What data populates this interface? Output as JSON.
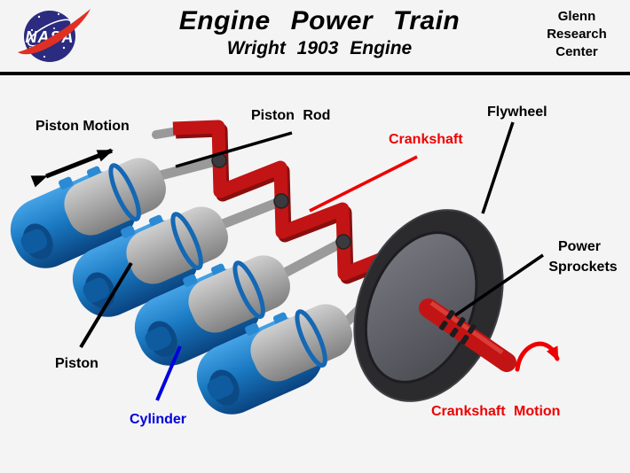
{
  "header": {
    "logo_text": "NASA",
    "title": "Engine Power Train",
    "subtitle": "Wright 1903 Engine",
    "org": [
      "Glenn",
      "Research",
      "Center"
    ]
  },
  "labels": {
    "piston_motion": "Piston Motion",
    "piston_rod": "Piston Rod",
    "crankshaft": "Crankshaft",
    "flywheel": "Flywheel",
    "power_sprockets_line1": "Power",
    "power_sprockets_line2": "Sprockets",
    "piston": "Piston",
    "cylinder": "Cylinder",
    "crankshaft_motion": "Crankshaft Motion"
  },
  "colors": {
    "background": "#f4f4f5",
    "label_red": "#ee0000",
    "label_blue": "#0000dd",
    "cylinder_blue": "#1a7ac2",
    "crankshaft_red": "#c21414",
    "flywheel_dark": "#2b2b2e",
    "piston_gray": "#a8a8a8",
    "nasa_blue": "#2b2b80",
    "nasa_red": "#e03022"
  }
}
